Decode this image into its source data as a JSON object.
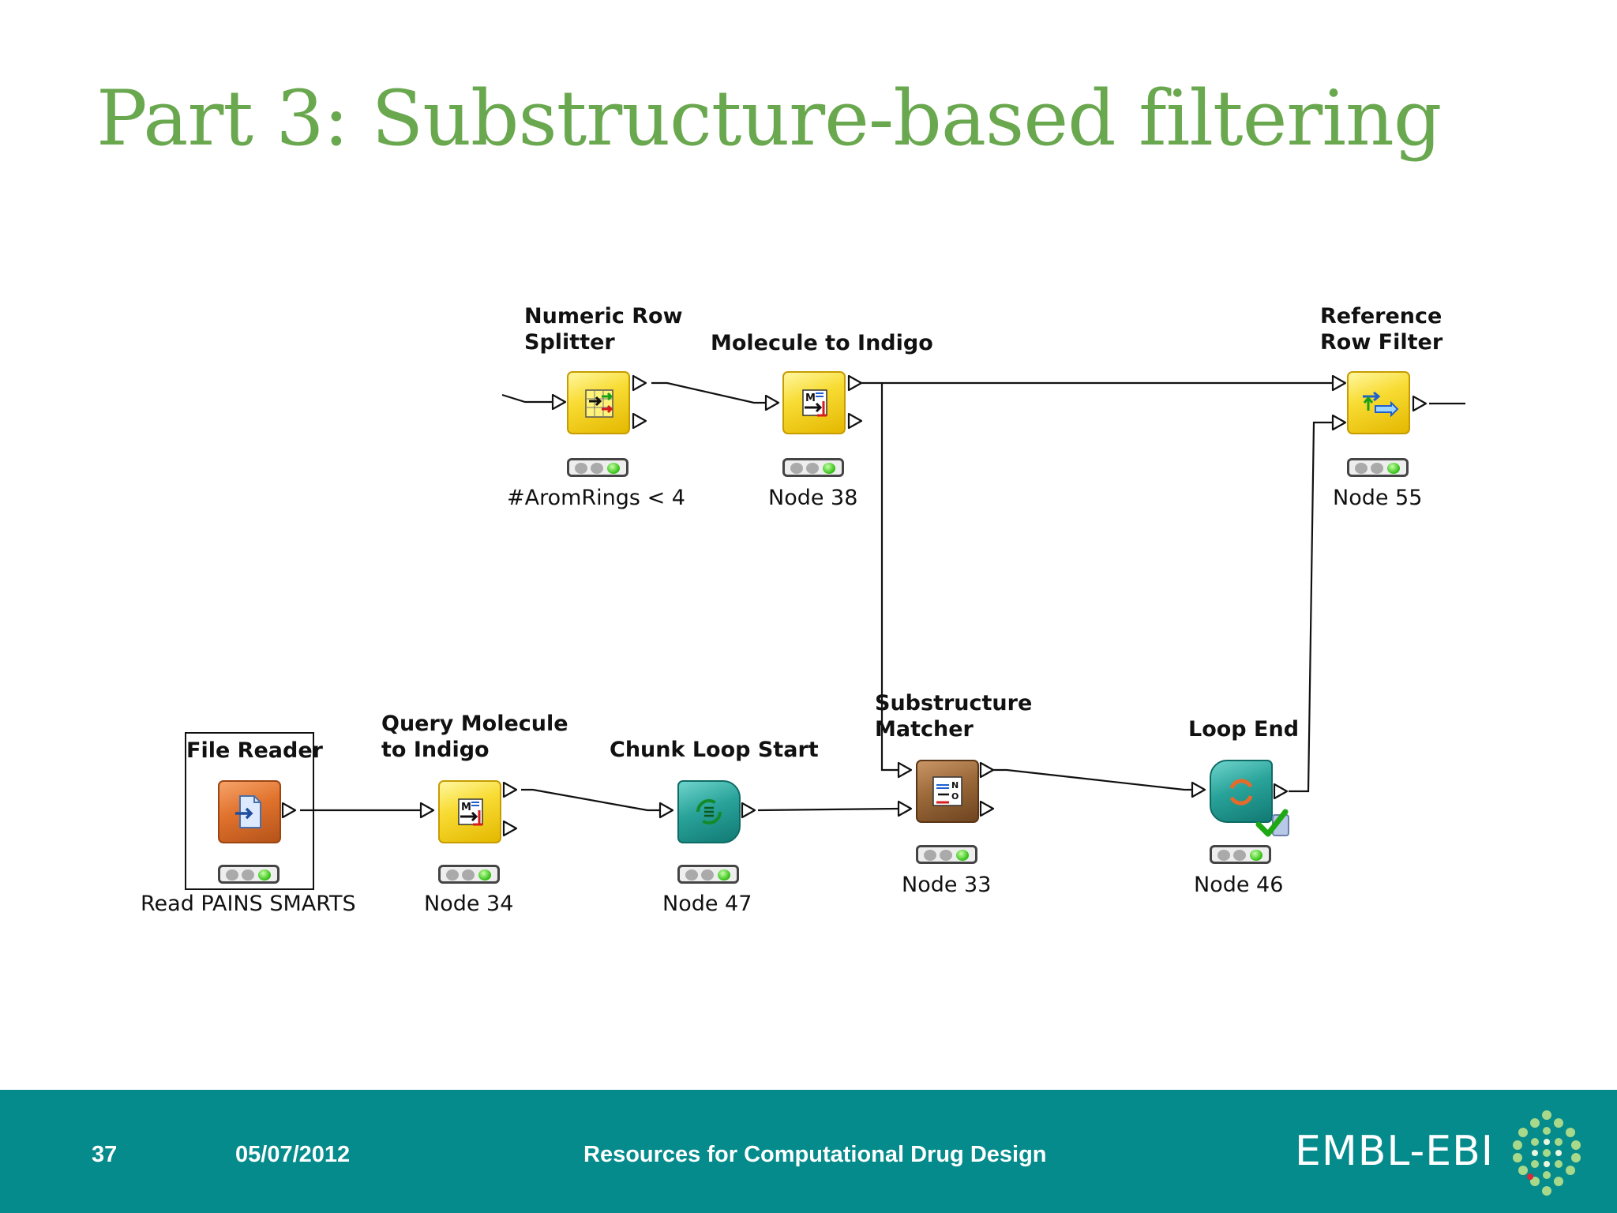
{
  "slide": {
    "title": "Part 3: Substructure-based filtering"
  },
  "workflow": {
    "nodes": {
      "numeric_row_splitter": {
        "label_line1": "Numeric Row",
        "label_line2": "Splitter",
        "caption": "#AromRings < 4"
      },
      "molecule_to_indigo": {
        "label": "Molecule to Indigo",
        "caption": "Node 38"
      },
      "reference_row_filter": {
        "label_line1": "Reference",
        "label_line2": "Row Filter",
        "caption": "Node 55"
      },
      "file_reader": {
        "label": "File Reader",
        "caption": "Read PAINS SMARTS"
      },
      "query_molecule_to_indigo": {
        "label_line1": "Query Molecule",
        "label_line2": "to Indigo",
        "caption": "Node 34"
      },
      "chunk_loop_start": {
        "label": "Chunk Loop Start",
        "caption": "Node 47"
      },
      "substructure_matcher": {
        "label_line1": "Substructure",
        "label_line2": "Matcher",
        "caption": "Node 33"
      },
      "loop_end": {
        "label": "Loop End",
        "caption": "Node 46"
      }
    },
    "colors": {
      "title": "#6aa84f",
      "footer": "#058b8c",
      "status_ok": "#2fbf10"
    }
  },
  "footer": {
    "slide_number": "37",
    "date": "05/07/2012",
    "presentation_title": "Resources for Computational Drug Design",
    "logo": "EMBL-EBI"
  }
}
